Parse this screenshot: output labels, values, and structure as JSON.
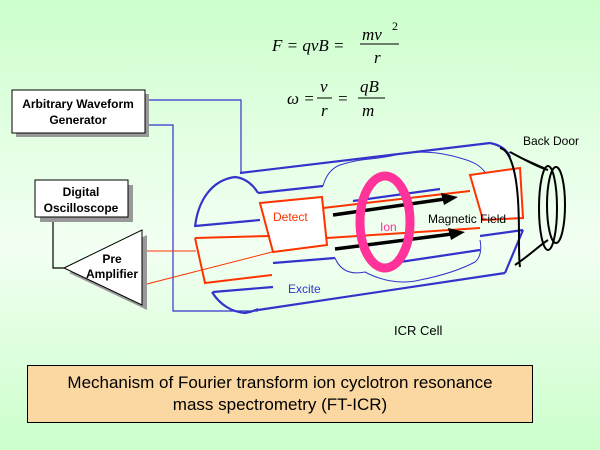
{
  "equations": {
    "force": {
      "lhs": "F = qvB = ",
      "numerator": "mv",
      "exponent": "2",
      "denominator": "r"
    },
    "omega": {
      "lhs": "ω = ",
      "frac1_num": "v",
      "frac1_den": "r",
      "eq": "=",
      "frac2_num": "qB",
      "frac2_den": "m"
    }
  },
  "boxes": {
    "awg_line1": "Arbitrary Waveform",
    "awg_line2": "Generator",
    "osc_line1": "Digital",
    "osc_line2": "Oscilloscope",
    "amp_line1": "Pre",
    "amp_line2": "Amplifier"
  },
  "labels": {
    "detect": "Detect",
    "excite": "Excite",
    "ion": "Ion",
    "magnetic_field": "Magnetic Field",
    "icr_cell": "ICR Cell",
    "back_door": "Back Door"
  },
  "caption": {
    "line1": "Mechanism of Fourier transform ion cyclotron resonance",
    "line2": "mass spectrometry (FT-ICR)"
  },
  "colors": {
    "wire_blue": "#3333cc",
    "plate_red": "#ff3300",
    "ion_ring": "#ff3399",
    "caption_bg": "#fbd8a2"
  }
}
